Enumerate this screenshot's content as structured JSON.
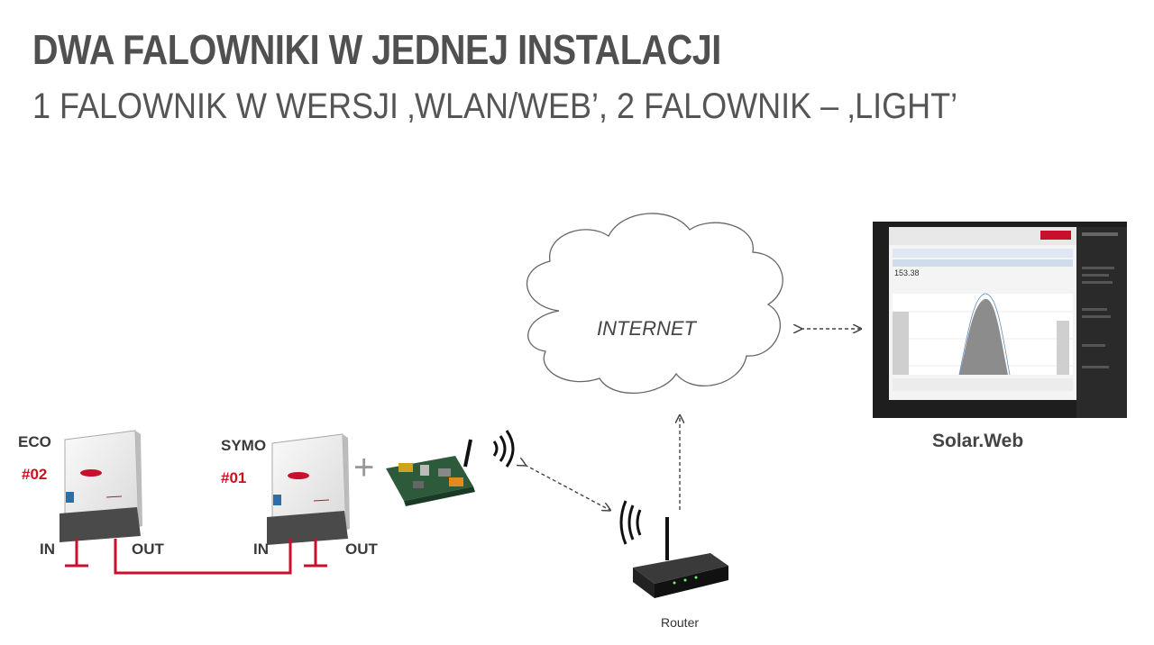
{
  "header": {
    "title": "DWA FALOWNIKI W JEDNEJ INSTALACJI",
    "subtitle": "1 FALOWNIK W WERSJI ‚WLAN/WEB’, 2 FALOWNIK – ‚LIGHT’"
  },
  "inverters": [
    {
      "model": "ECO",
      "number": "#02",
      "in_label": "IN",
      "out_label": "OUT"
    },
    {
      "model": "SYMO",
      "number": "#01",
      "in_label": "IN",
      "out_label": "OUT"
    }
  ],
  "plus_sign": "+",
  "cloud": {
    "label": "INTERNET"
  },
  "solarweb": {
    "label": "Solar.Web",
    "screen_value": "153.38"
  },
  "router": {
    "label": "Router"
  },
  "colors": {
    "cable": "#c8102e",
    "label_red": "#cc1122",
    "title": "#505050",
    "arrow": "#444444"
  }
}
